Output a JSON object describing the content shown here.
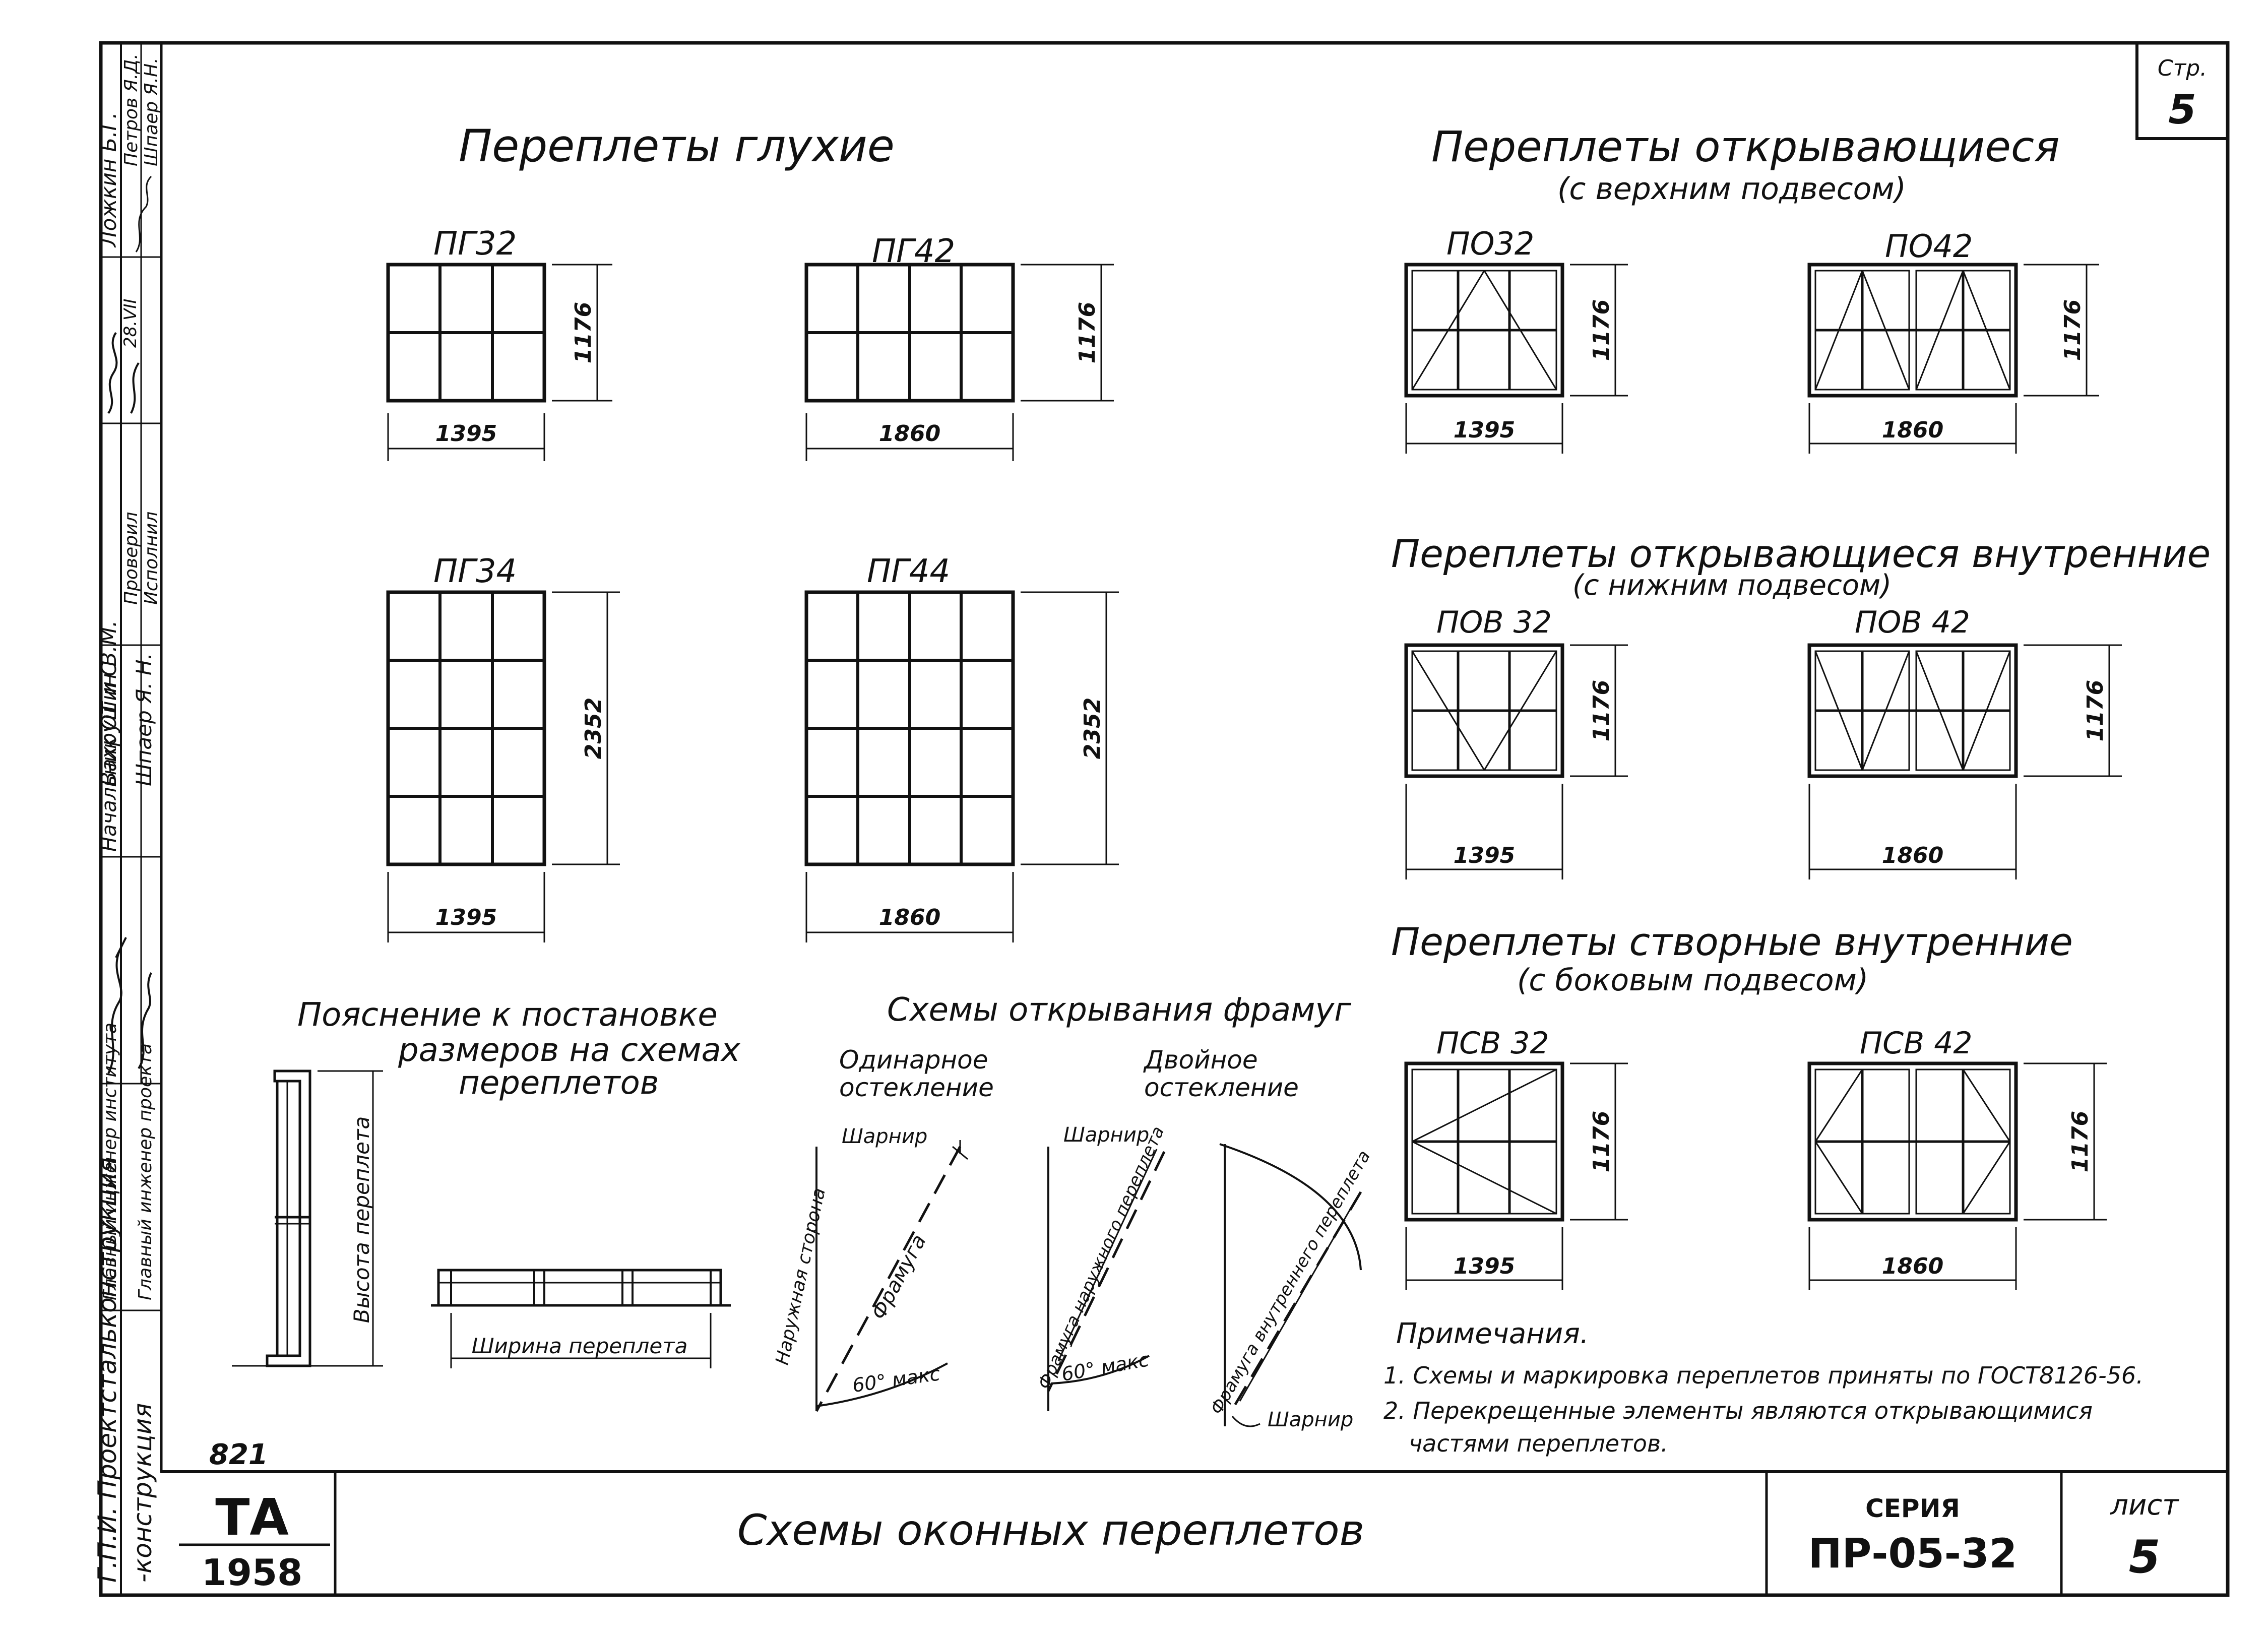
{
  "page_num": {
    "label": "Стр.",
    "value": "5"
  },
  "sections": {
    "blind": "Переплеты глухие",
    "top_hung_title": "Переплеты открывающиеся",
    "top_hung_sub": "(с верхним подвесом)",
    "inner_title": "Переплеты открывающиеся внутренние",
    "inner_sub": "(с нижним подвесом)",
    "side_title": "Переплеты створные внутренние",
    "side_sub": "(с боковым подвесом)"
  },
  "marks": {
    "pg32": "ПГ32",
    "pg42": "ПГ42",
    "pg34": "ПГ34",
    "pg44": "ПГ44",
    "po32": "ПО32",
    "po42": "ПО42",
    "pov32": "ПОВ 32",
    "pov42": "ПОВ 42",
    "psv32": "ПСВ 32",
    "psv42": "ПСВ 42"
  },
  "dims": {
    "w1": "1395",
    "w2": "1860",
    "h1": "1176",
    "h2": "2352"
  },
  "explain": {
    "title1": "Пояснение к постановке",
    "title2": "размеров на схемах",
    "title3": "переплетов",
    "height_label": "Высота переплета",
    "width_label": "Ширина переплета"
  },
  "schemes": {
    "title": "Схемы открывания фрамуг",
    "single1": "Одинарное",
    "single2": "остекление",
    "double1": "Двойное",
    "double2": "остекление",
    "hinge": "Шарнир",
    "outer_side": "Наружная сторона",
    "framuga": "Фрамуга",
    "outer_framuga": "Фрамуга наружного переплета",
    "inner_framuga": "Фрамуга внутреннего переплета",
    "angle": "60° макс"
  },
  "notes": {
    "title": "Примечания.",
    "n1": "1. Схемы и маркировка переплетов приняты по ГОСТ8126-56.",
    "n2a": "2. Перекрещенные элементы являются открывающимися",
    "n2b": "частями переплетов."
  },
  "side_stamp": {
    "org1": "Г.П.И. Проектстальконструкция",
    "org2": "-конструкция",
    "r1": "Главный инженер института",
    "r2": "Главный инженер проекта",
    "r3": "Начальник ОТ и С",
    "r4": "Проверил",
    "r5": "Исполнил",
    "n1": "Ложкин Б.Г.",
    "n2": "Петров Я.Д.",
    "n3": "Шпаер Я.Н.",
    "n4": "Вахрушин В.М.",
    "n5": "Шпаер Я. Н.",
    "date": "28.VII"
  },
  "title_block": {
    "code": "821",
    "org": "ТА",
    "year": "1958",
    "title": "Схемы оконных переплетов",
    "series_label": "СЕРИЯ",
    "series": "ПР-05-32",
    "sheet_label": "лист",
    "sheet": "5"
  }
}
